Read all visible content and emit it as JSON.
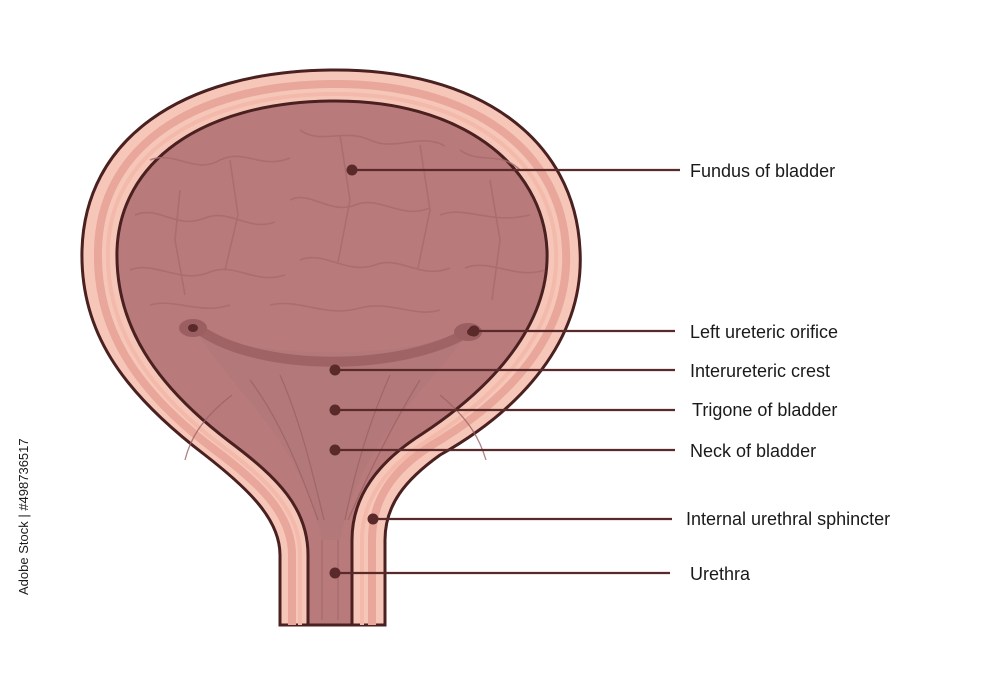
{
  "labels": {
    "fundus": "Fundus of bladder",
    "left_ureteric_orifice": "Left ureteric orifice",
    "interureteric_crest": "Interureteric crest",
    "trigone": "Trigone of bladder",
    "neck": "Neck of bladder",
    "internal_sphincter": "Internal urethral sphincter",
    "urethra": "Urethra"
  },
  "watermark": {
    "id_text": "Adobe Stock | #498736517"
  },
  "colors": {
    "outer_wall": "#f6c6b8",
    "muscle_layer": "#e8a79a",
    "lumen": "#b97a7c",
    "leader": "#5a2a2a",
    "outline": "#4a2020"
  }
}
